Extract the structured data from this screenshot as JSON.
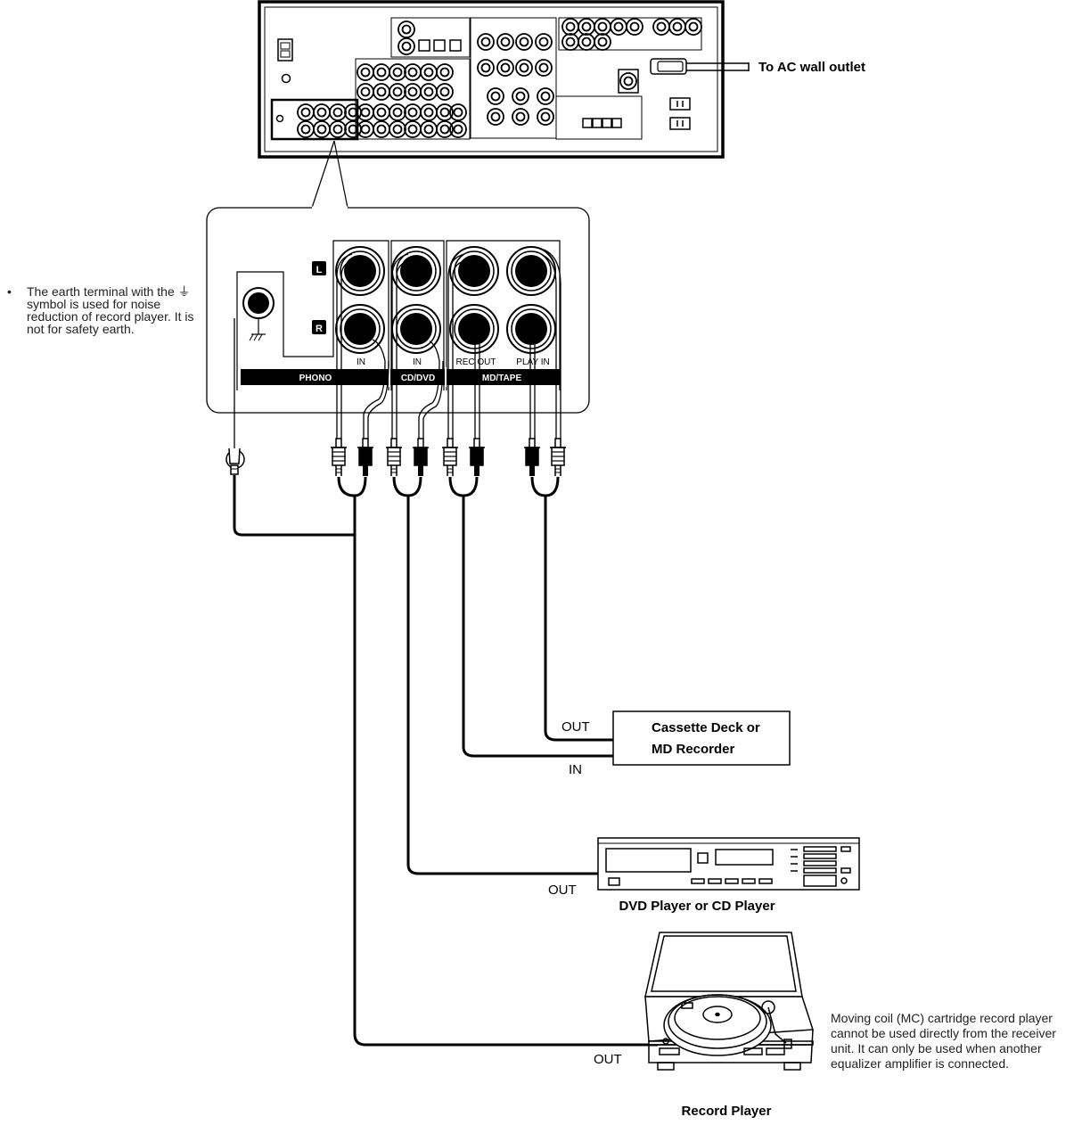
{
  "receiver": {
    "ac_outlet_label": "To AC wall outlet",
    "channel_l": "L",
    "channel_r": "R",
    "jack_labels": {
      "phono_in": "IN",
      "cd_in": "IN",
      "rec_out": "REC OUT",
      "play_in": "PLAY IN"
    },
    "sections": {
      "phono": "PHONO",
      "cd_dvd": "CD/DVD",
      "md_tape": "MD/TAPE"
    }
  },
  "notes": {
    "earth_terminal": "The earth terminal with the ⏚ symbol is used for noise reduction of record player. It is not for safety earth.",
    "mc_cartridge": "Moving coil (MC) cartridge record player cannot be used directly from the receiver unit. It can only be used when another equalizer amplifier is connected."
  },
  "devices": {
    "cassette": {
      "name_line1": "Cassette Deck or",
      "name_line2": "MD Recorder",
      "out_label": "OUT",
      "in_label": "IN"
    },
    "dvd": {
      "name": "DVD Player or CD Player",
      "out_label": "OUT"
    },
    "turntable": {
      "name": "Record Player",
      "out_label": "OUT"
    }
  }
}
